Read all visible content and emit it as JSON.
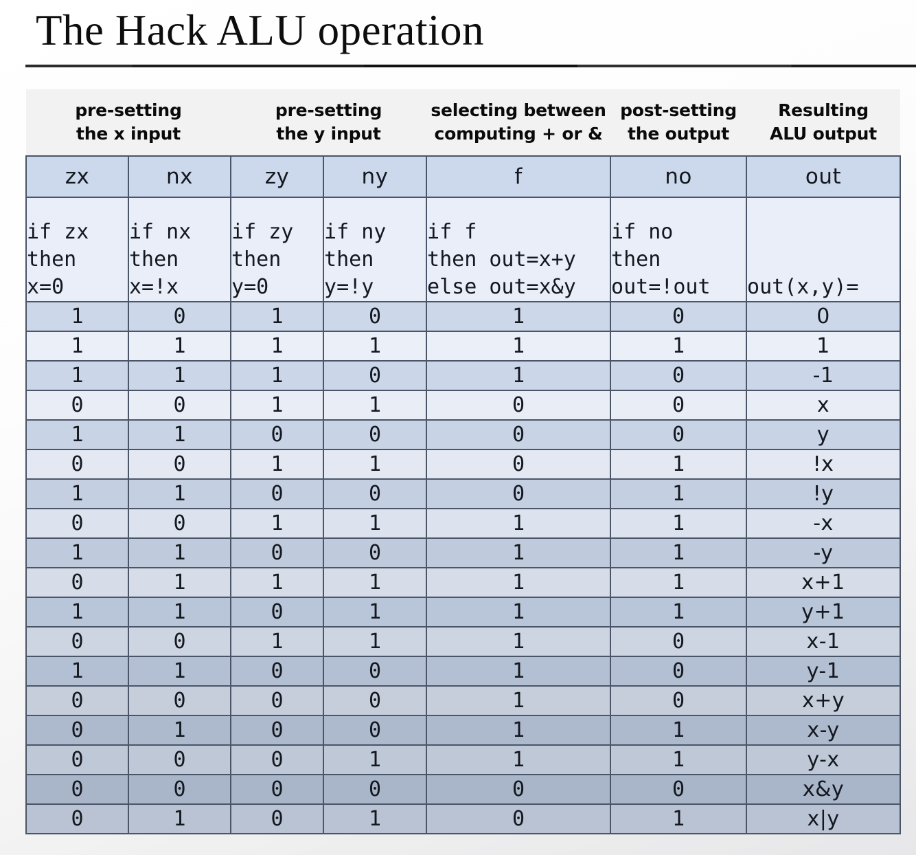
{
  "title": "The Hack ALU operation",
  "table": {
    "group_headers": [
      {
        "label": "pre-setting\nthe x input",
        "span": 2
      },
      {
        "label": "pre-setting\nthe y input",
        "span": 2
      },
      {
        "label": "selecting between\ncomputing + or &",
        "span": 1
      },
      {
        "label": "post-setting\nthe output",
        "span": 1
      },
      {
        "label": "Resulting\nALU output",
        "span": 1
      }
    ],
    "signal_names": [
      "zx",
      "nx",
      "zy",
      "ny",
      "f",
      "no",
      "out"
    ],
    "descriptions": [
      "if zx\nthen\nx=0",
      "if nx\nthen\nx=!x",
      "if zy\nthen\ny=0",
      "if ny\nthen\ny=!y",
      "if f\nthen out=x+y\nelse out=x&y",
      "if no\nthen\nout=!out",
      "out(x,y)="
    ],
    "rows": [
      {
        "zx": "1",
        "nx": "0",
        "zy": "1",
        "ny": "0",
        "f": "1",
        "no": "0",
        "out": "0"
      },
      {
        "zx": "1",
        "nx": "1",
        "zy": "1",
        "ny": "1",
        "f": "1",
        "no": "1",
        "out": "1"
      },
      {
        "zx": "1",
        "nx": "1",
        "zy": "1",
        "ny": "0",
        "f": "1",
        "no": "0",
        "out": "-1"
      },
      {
        "zx": "0",
        "nx": "0",
        "zy": "1",
        "ny": "1",
        "f": "0",
        "no": "0",
        "out": "x"
      },
      {
        "zx": "1",
        "nx": "1",
        "zy": "0",
        "ny": "0",
        "f": "0",
        "no": "0",
        "out": "y"
      },
      {
        "zx": "0",
        "nx": "0",
        "zy": "1",
        "ny": "1",
        "f": "0",
        "no": "1",
        "out": "!x"
      },
      {
        "zx": "1",
        "nx": "1",
        "zy": "0",
        "ny": "0",
        "f": "0",
        "no": "1",
        "out": "!y"
      },
      {
        "zx": "0",
        "nx": "0",
        "zy": "1",
        "ny": "1",
        "f": "1",
        "no": "1",
        "out": "-x"
      },
      {
        "zx": "1",
        "nx": "1",
        "zy": "0",
        "ny": "0",
        "f": "1",
        "no": "1",
        "out": "-y"
      },
      {
        "zx": "0",
        "nx": "1",
        "zy": "1",
        "ny": "1",
        "f": "1",
        "no": "1",
        "out": "x+1"
      },
      {
        "zx": "1",
        "nx": "1",
        "zy": "0",
        "ny": "1",
        "f": "1",
        "no": "1",
        "out": "y+1"
      },
      {
        "zx": "0",
        "nx": "0",
        "zy": "1",
        "ny": "1",
        "f": "1",
        "no": "0",
        "out": "x-1"
      },
      {
        "zx": "1",
        "nx": "1",
        "zy": "0",
        "ny": "0",
        "f": "1",
        "no": "0",
        "out": "y-1"
      },
      {
        "zx": "0",
        "nx": "0",
        "zy": "0",
        "ny": "0",
        "f": "1",
        "no": "0",
        "out": "x+y"
      },
      {
        "zx": "0",
        "nx": "1",
        "zy": "0",
        "ny": "0",
        "f": "1",
        "no": "1",
        "out": "x-y"
      },
      {
        "zx": "0",
        "nx": "0",
        "zy": "0",
        "ny": "1",
        "f": "1",
        "no": "1",
        "out": "y-x"
      },
      {
        "zx": "0",
        "nx": "0",
        "zy": "0",
        "ny": "0",
        "f": "0",
        "no": "0",
        "out": "x&y"
      },
      {
        "zx": "0",
        "nx": "1",
        "zy": "0",
        "ny": "1",
        "f": "0",
        "no": "1",
        "out": "x|y"
      }
    ]
  },
  "colors": {
    "signal_header_bg": "#ccd9ec",
    "description_bg": "#e9eef8",
    "group_header_bg": "#f2f2f2",
    "grid_line": "#4a5568",
    "text": "#14181f"
  }
}
